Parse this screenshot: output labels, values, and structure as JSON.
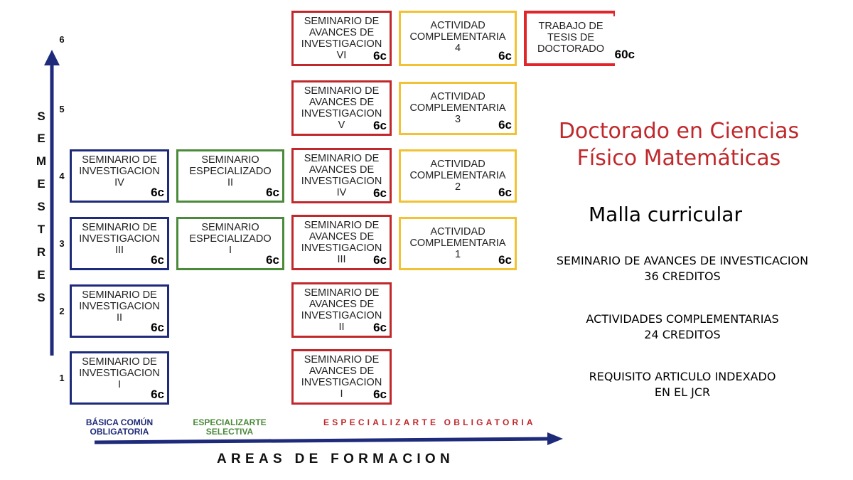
{
  "title": [
    "Doctorado en Ciencias",
    "Físico Matemáticas"
  ],
  "subtitle": "Malla curricular",
  "info": [
    {
      "line1": "SEMINARIO DE AVANCES DE INVESTICACION",
      "line2": "36 CREDITOS"
    },
    {
      "line1": "ACTIVIDADES COMPLEMENTARIAS",
      "line2": "24 CREDITOS"
    },
    {
      "line1": "REQUISITO ARTICULO INDEXADO",
      "line2": "EN EL JCR"
    }
  ],
  "y_axis": {
    "label_letters": [
      "S",
      "E",
      "M",
      "E",
      "S",
      "T",
      "R",
      "E",
      "S"
    ],
    "numbers": [
      "1",
      "2",
      "3",
      "4",
      "5",
      "6"
    ]
  },
  "x_axis": {
    "title": "AREAS DE FORMACION",
    "areas": [
      {
        "line1": "BÁSICA COMÚN",
        "line2": "OBLIGATORIA",
        "color": "#1e2a7a"
      },
      {
        "line1": "ESPECIALIZARTE",
        "line2": "SELECTIVA",
        "color": "#4b8a3a"
      },
      {
        "line1": "ESPECIALIZARTE OBLIGATORIA",
        "line2": "",
        "color": "#c0282b"
      }
    ]
  },
  "colors": {
    "axis": "#1e2a7a",
    "basica": "#1e2a7a",
    "selectiva": "#4b8a3a",
    "obligatoria": "#c0282b",
    "complementaria": "#f2c232"
  },
  "courses": {
    "si1": {
      "name": [
        "SEMINARIO DE",
        "INVESTIGACION",
        "I"
      ],
      "credits": "6c"
    },
    "si2": {
      "name": [
        "SEMINARIO DE",
        "INVESTIGACION",
        "II"
      ],
      "credits": "6c"
    },
    "si3": {
      "name": [
        "SEMINARIO DE",
        "INVESTIGACION",
        "III"
      ],
      "credits": "6c"
    },
    "si4": {
      "name": [
        "SEMINARIO DE",
        "INVESTIGACION",
        "IV"
      ],
      "credits": "6c"
    },
    "se1": {
      "name": [
        "SEMINARIO",
        "ESPECIALIZADO",
        "I"
      ],
      "credits": "6c"
    },
    "se2": {
      "name": [
        "SEMINARIO",
        "ESPECIALIZADO",
        "II"
      ],
      "credits": "6c"
    },
    "sa1": {
      "name": [
        "SEMINARIO DE",
        "AVANCES DE",
        "INVESTIGACION",
        "I"
      ],
      "credits": "6c"
    },
    "sa2": {
      "name": [
        "SEMINARIO DE",
        "AVANCES DE",
        "INVESTIGACION",
        "II"
      ],
      "credits": "6c"
    },
    "sa3": {
      "name": [
        "SEMINARIO DE",
        "AVANCES DE",
        "INVESTIGACION",
        "III"
      ],
      "credits": "6c"
    },
    "sa4": {
      "name": [
        "SEMINARIO DE",
        "AVANCES DE",
        "INVESTIGACION",
        "IV"
      ],
      "credits": "6c"
    },
    "sa5": {
      "name": [
        "SEMINARIO DE",
        "AVANCES DE",
        "INVESTIGACION",
        "V"
      ],
      "credits": "6c"
    },
    "sa6": {
      "name": [
        "SEMINARIO DE",
        "AVANCES DE",
        "INVESTIGACION",
        "VI"
      ],
      "credits": "6c"
    },
    "ac1": {
      "name": [
        "ACTIVIDAD",
        "COMPLEMENTARIA",
        "1"
      ],
      "credits": "6c"
    },
    "ac2": {
      "name": [
        "ACTIVIDAD",
        "COMPLEMENTARIA",
        "2"
      ],
      "credits": "6c"
    },
    "ac3": {
      "name": [
        "ACTIVIDAD",
        "COMPLEMENTARIA",
        "3"
      ],
      "credits": "6c"
    },
    "ac4": {
      "name": [
        "ACTIVIDAD",
        "COMPLEMENTARIA",
        "4"
      ],
      "credits": "6c"
    },
    "tesis": {
      "name": [
        "TRABAJO DE",
        "TESIS DE",
        "DOCTORADO"
      ],
      "credits": "60c"
    }
  }
}
